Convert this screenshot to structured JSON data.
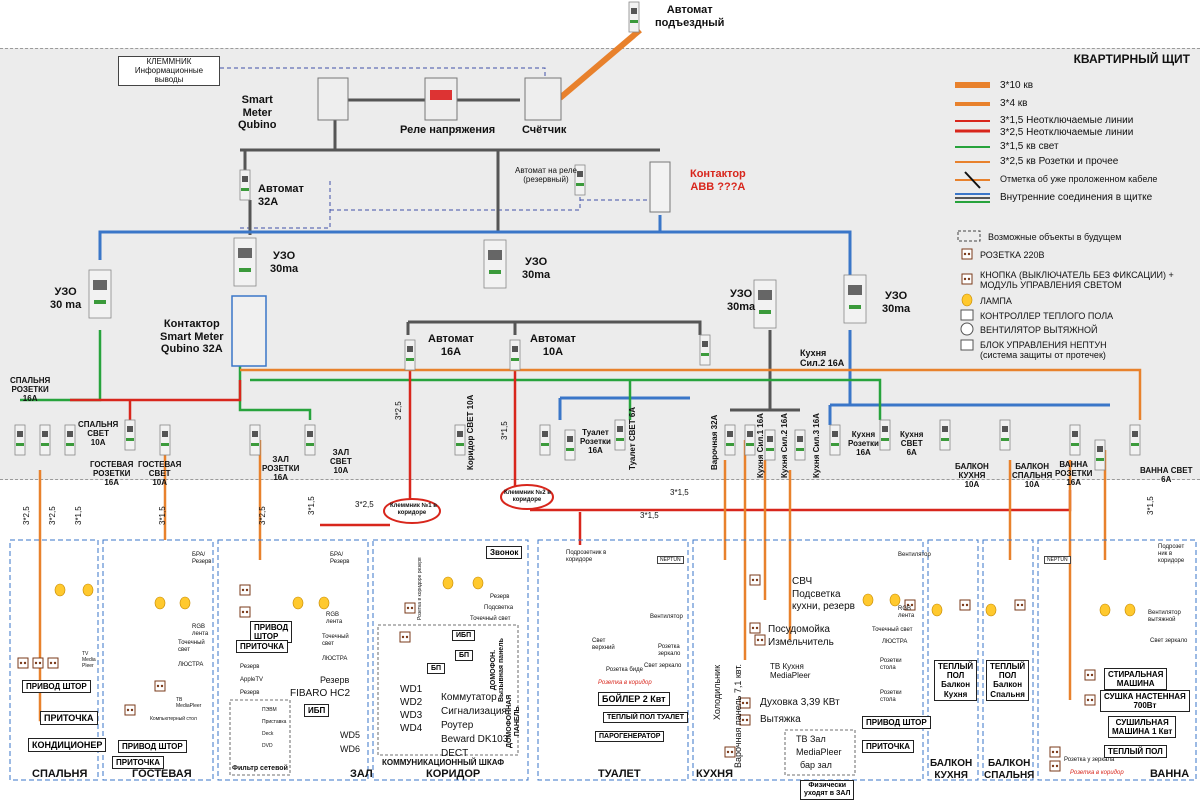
{
  "header": {
    "panel_title": "КВАРТИРНЫЙ ЩИТ",
    "entry_breaker": "Автомат\nподъездный"
  },
  "top_devices": {
    "terminal_box": "КЛЕММНИК\nИнформационные\nвыводы",
    "smart_meter": "Smart\nMeter\nQubino",
    "voltage_relay": "Реле напряжения",
    "meter": "Счётчик",
    "relay_breaker": "Автомат на реле\n(резервный)",
    "contactor": "Контактор\nABB ???А",
    "main_breaker": "Автомат\n32А"
  },
  "rcds": [
    {
      "label": "УЗО\n30 ma"
    },
    {
      "label": "УЗО\n30ma"
    },
    {
      "label": "УЗО\n30ma"
    },
    {
      "label": "УЗО\n30ma"
    },
    {
      "label": "УЗО\n30ma"
    }
  ],
  "contactor_qubino": "Контактор\nSmart Meter\nQubino 32A",
  "group_breakers": [
    {
      "label": "Автомат\n16A"
    },
    {
      "label": "Автомат\n10A"
    },
    {
      "label": "Кухня\nСил.2 16А"
    }
  ],
  "circuit_labels": [
    "СПАЛЬНЯ\nРОЗЕТКИ\n16А",
    "СПАЛЬНЯ\nСВЕТ\n10А",
    "ГОСТЕВАЯ\nРОЗЕТКИ\n16А",
    "ГОСТЕВАЯ\nСВЕТ\n10А",
    "ЗАЛ\nРОЗЕТКИ\n16А",
    "ЗАЛ\nСВЕТ\n10А",
    "Коридор СВЕТ 10А",
    "Туалет\nРозетки\n16А",
    "Туалет СВЕТ 6А",
    "Варочная 32А",
    "Кухня Сил.1 16А",
    "Кухня Сил.2 16А",
    "Кухня Сил.3 16А",
    "Кухня\nРозетки\n16А",
    "Кухня\nСВЕТ\n6А",
    "БАЛКОН\nКУХНЯ\n10А",
    "БАЛКОН\nСПАЛЬНЯ\n10А",
    "ВАННА\nРОЗЕТКИ\n16А",
    "ВАННА СВЕТ\n6А"
  ],
  "cable_marks": {
    "c15": "3*1,5",
    "c25": "3*2,5"
  },
  "legend": {
    "items": [
      {
        "text": "3*10 кв",
        "color": "#e8812c"
      },
      {
        "text": "3*4 кв",
        "color": "#e8812c"
      },
      {
        "text": "3*1,5 Неотключаемые линии",
        "color": "#d8261c"
      },
      {
        "text": "3*2,5 Неотключаемые линии",
        "color": "#d8261c"
      },
      {
        "text": "3*1,5 кв свет",
        "color": "#27a33c"
      },
      {
        "text": "3*2,5 кв Розетки и прочее",
        "color": "#e8812c"
      },
      {
        "text": "Отметка об уже проложенном кабеле",
        "color": "#e8812c"
      },
      {
        "text": "Внутренние соединения в щитке",
        "color": "#2a7a4a"
      }
    ],
    "symbols": [
      {
        "text": "Возможные объекты в будущем"
      },
      {
        "text": "РОЗЕТКА 220В"
      },
      {
        "text": "КНОПКА (ВЫКЛЮЧАТЕЛЬ БЕЗ ФИКСАЦИИ) +\nМОДУЛЬ УПРАВЛЕНИЯ СВЕТОМ"
      },
      {
        "text": "ЛАМПА"
      },
      {
        "text": "КОНТРОЛЛЕР ТЕПЛОГО ПОЛА"
      },
      {
        "text": "ВЕНТИЛЯТОР ВЫТЯЖНОЙ"
      },
      {
        "text": "БЛОК УПРАВЛЕНИЯ НЕПТУН\n(система защиты от протечек)"
      }
    ]
  },
  "terminals": {
    "t1": "Клеммник №1 в\nкоридоре",
    "t2": "Клеммник №2 в\nкоридоре"
  },
  "rooms": [
    {
      "name": "СПАЛЬНЯ"
    },
    {
      "name": "ГОСТЕВАЯ"
    },
    {
      "name": "ЗАЛ"
    },
    {
      "name": "КОРИДОР"
    },
    {
      "name": "ТУАЛЕТ"
    },
    {
      "name": "КУХНЯ"
    },
    {
      "name": "БАЛКОН\nКУХНЯ"
    },
    {
      "name": "БАЛКОН\nСПАЛЬНЯ"
    },
    {
      "name": "ВАННА"
    }
  ],
  "loads": {
    "bedroom": {
      "inflow": "ПРИТОЧКА",
      "ac": "КОНДИЦИОНЕР",
      "curtains": "ПРИВОД ШТОР",
      "tv": "TV\nMedia\nPleer"
    },
    "guest": {
      "bra": "БРА/\nРезерв",
      "rgb": "RGB\nлента",
      "spot": "Точечный\nсвет",
      "chandelier": "ЛЮСТРА",
      "tv": "TB\nMediaPleer",
      "desk": "Компьютерный стол",
      "curtains": "ПРИВОД ШТОР",
      "inflow": "ПРИТОЧКА"
    },
    "hall": {
      "curtains": "ПРИВОД\nШТОР",
      "inflow": "ПРИТОЧКА",
      "reserve1": "Резерв",
      "appletv": "AppleTV",
      "reserve2": "Резерв",
      "tv": "ПЭВМ",
      "console": "Приставка",
      "deck": "Deck",
      "dvd": "DVD",
      "filter": "Фильтр сетевой",
      "bra": "БРА/\nРезерв",
      "rgb": "RGB\nлента",
      "spot": "Точечный\nсвет",
      "chandelier": "ЛЮСТРА",
      "reserve3": "Резерв",
      "fibaro": "FIBARO HC2",
      "ups": "ИБП",
      "wd5": "WD5",
      "wd6": "WD6"
    },
    "corridor": {
      "bell": "Звонок",
      "reserve": "Резерв",
      "backlight": "Подсветка",
      "spot": "Точечный свет",
      "socket_reserve": "Розетка в коридоре резерв",
      "ups": "ИБП",
      "bp1": "БП",
      "bp2": "БП",
      "intercom": "ДОМОФОН.\nВызывная панель",
      "intercom2": "ДОМОФОННАЯ\nПАНЕЛЬ",
      "wd1": "WD1",
      "wd2": "WD2",
      "wd3": "WD3",
      "wd4": "WD4",
      "switch": "Коммутатор",
      "alarm": "Сигнализация",
      "router": "Роутер",
      "beward": "Beward DK103",
      "dect": "DECT",
      "cabinet": "КОММУНИКАЦИОННЫЙ ШКАФ"
    },
    "toilet": {
      "sockets_corr": "Подрозетник в\nкоридоре",
      "neptun": "NEPTUN",
      "fan": "Вентилятор",
      "top_light": "Свет\nверхний",
      "bidet": "Розетка биде",
      "mirror_sock": "Розетка\nзеркало",
      "mirror_light": "Свет зеркало",
      "corr_sock": "Розетка в коридор",
      "boiler": "БОЙЛЕР 2 Квт",
      "floor": "ТЕПЛЫЙ ПОЛ ТУАЛЕТ",
      "steam": "ПАРОГЕНЕРАТОР"
    },
    "kitchen": {
      "fridge": "Холодильник",
      "hob": "Варочная панель 7,1 квт.",
      "microwave": "СВЧ",
      "backlight": "Подсветка\nкухни, резерв",
      "dishwasher": "Посудомойка",
      "grinder": "Измельчитель",
      "oven": "Духовка 3,39 КВт",
      "hood": "Вытяжка",
      "tv": "ТВ Кухня\nMediaPleer",
      "sock_table1": "Розетки\nстола",
      "sock_table2": "Розетки\nстола",
      "fan": "Вентилятор",
      "rgb": "RGB\nлента",
      "spot": "Точечный свет",
      "chandelier": "ЛЮСТРА",
      "inflow": "ПРИТОЧКА",
      "curtains": "ПРИВОД ШТОР",
      "tvhall": "ТВ Зал",
      "mp": "MediaPleer",
      "bar": "бар зал",
      "phys": "Физически\nуходят в ЗАЛ"
    },
    "balcony_k": {
      "floor": "ТЕПЛЫЙ\nПОЛ\nБалкон\nКухня"
    },
    "balcony_b": {
      "floor": "ТЕПЛЫЙ\nПОЛ\nБалкон\nСпальня"
    },
    "bath": {
      "neptun": "NEPTUN",
      "sock_corr": "Подрозет\nник в\nкоридоре",
      "fan": "Вентилятор\nвытяжной",
      "mirror_light": "Свет зеркало",
      "washer": "СТИРАЛЬНАЯ\nМАШИНА",
      "dryer_wall": "СУШКА НАСТЕННАЯ\n700Вт",
      "dryer": "СУШИЛЬНАЯ\nМАШИНА 1 Квт",
      "floor": "ТЕПЛЫЙ ПОЛ",
      "mirror_sock": "Розетка у зеркала",
      "corr_sock": "Розетка в коридор"
    }
  }
}
